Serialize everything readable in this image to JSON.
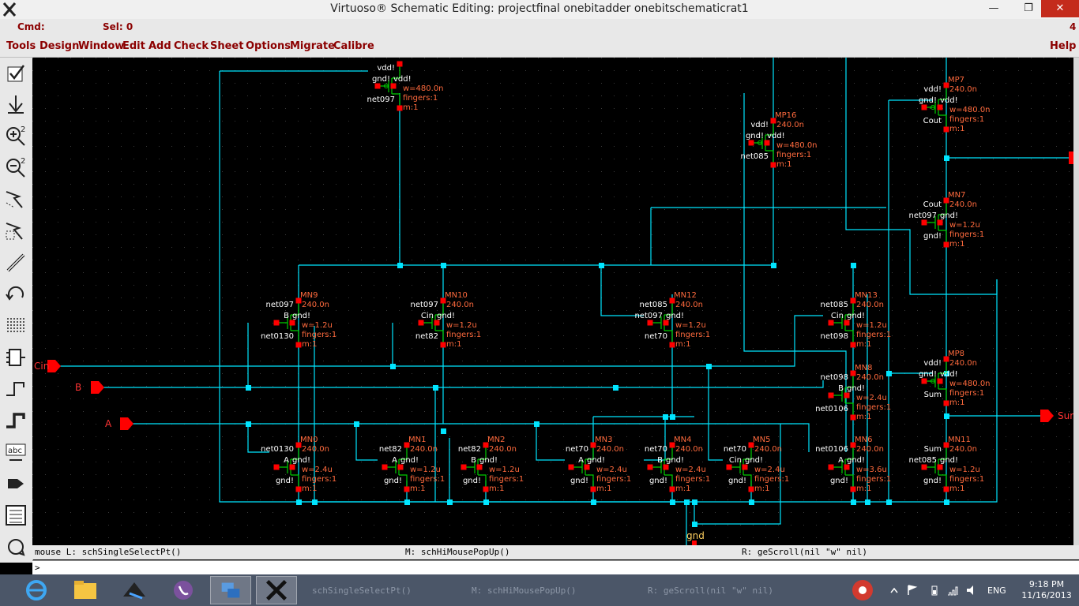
{
  "window": {
    "title": "Virtuoso® Schematic Editing: projectfinal onebitadder onebitschematicrat1",
    "minimize": "—",
    "maximize": "❐",
    "close": "✕"
  },
  "cmdbar": {
    "cmd": "Cmd:",
    "sel": "Sel: 0",
    "count": "4"
  },
  "menu": {
    "items": [
      "Tools",
      "Design",
      "Window",
      "Edit",
      "Add",
      "Check",
      "Sheet",
      "Options",
      "Migrate",
      "Calibre"
    ],
    "help": "Help"
  },
  "toolbar": {
    "icons": [
      "check-icon",
      "save-icon",
      "zoom-in-icon",
      "zoom-out-icon",
      "stretch-icon",
      "copy-icon",
      "wire-icon",
      "undo-icon",
      "pins-icon",
      "instance-icon",
      "wire-narrow-icon",
      "wire-wide-icon",
      "label-icon",
      "pin-icon",
      "property-icon",
      "repeat-icon"
    ],
    "zoom_in_label": "2",
    "zoom_out_label": "2",
    "label_tool": "abc"
  },
  "status": {
    "mouse_l": "mouse L: schSingleSelectPt()",
    "mouse_m": "M: schHiMousePopUp()",
    "mouse_r": "R: geScroll(nil \"w\" nil)",
    "prompt": ">"
  },
  "taskbar": {
    "texts": [
      "schSingleSelectPt()",
      "M: schHiMousePopUp()",
      "R: geScroll(nil \"w\" nil)"
    ],
    "lang": "ENG",
    "time": "9:18 PM",
    "date": "11/16/2013"
  },
  "colors": {
    "wire": "#00e5ff",
    "pin": "#ff0000",
    "label": "#ff6a3d",
    "device": "#00cc00",
    "text": "#ffffff",
    "menu": "#8b0000"
  },
  "schematic": {
    "pins": [
      "Cin",
      "B",
      "A",
      "Sum",
      "gnd"
    ],
    "nmos": [
      {
        "name": "MN9",
        "l": "240.0n",
        "d": "net097",
        "g": "B",
        "s": "net0130",
        "w": "w=1.2u",
        "f": "fingers:1",
        "m": "m:1"
      },
      {
        "name": "MN10",
        "l": "240.0n",
        "d": "net097",
        "g": "Cin",
        "s": "net82",
        "w": "w=1.2u",
        "f": "fingers:1",
        "m": "m:1"
      },
      {
        "name": "MN12",
        "l": "240.0n",
        "d": "net085",
        "g": "net097",
        "s": "net70",
        "w": "w=1.2u",
        "f": "fingers:1",
        "m": "m:1"
      },
      {
        "name": "MN13",
        "l": "240.0n",
        "d": "net085",
        "g": "Cin",
        "s": "net098",
        "w": "w=1.2u",
        "f": "fingers:1",
        "m": "m:1"
      },
      {
        "name": "MN8",
        "l": "240.0n",
        "d": "net098",
        "g": "B",
        "s": "net0106",
        "w": "w=2.4u",
        "f": "fingers:1",
        "m": "m:1"
      },
      {
        "name": "MN7",
        "l": "240.0n",
        "d": "Cout",
        "g": "net097",
        "s": "gnd!",
        "w": "w=1.2u",
        "f": "fingers:1",
        "m": "m:1"
      },
      {
        "name": "MN0",
        "l": "240.0n",
        "d": "net0130",
        "g": "A",
        "s": "gnd!",
        "w": "w=2.4u",
        "f": "fingers:1",
        "m": "m:1"
      },
      {
        "name": "MN1",
        "l": "240.0n",
        "d": "net82",
        "g": "A",
        "s": "gnd!",
        "w": "w=1.2u",
        "f": "fingers:1",
        "m": "m:1"
      },
      {
        "name": "MN2",
        "l": "240.0n",
        "d": "net82",
        "g": "B",
        "s": "gnd!",
        "w": "w=1.2u",
        "f": "fingers:1",
        "m": "m:1"
      },
      {
        "name": "MN3",
        "l": "240.0n",
        "d": "net70",
        "g": "A",
        "s": "gnd!",
        "w": "w=2.4u",
        "f": "fingers:1",
        "m": "m:1"
      },
      {
        "name": "MN4",
        "l": "240.0n",
        "d": "net70",
        "g": "B",
        "s": "gnd!",
        "w": "w=2.4u",
        "f": "fingers:1",
        "m": "m:1"
      },
      {
        "name": "MN5",
        "l": "240.0n",
        "d": "net70",
        "g": "Cin",
        "s": "gnd!",
        "w": "w=2.4u",
        "f": "fingers:1",
        "m": "m:1"
      },
      {
        "name": "MN6",
        "l": "240.0n",
        "d": "net0106",
        "g": "A",
        "s": "gnd!",
        "w": "w=3.6u",
        "f": "fingers:1",
        "m": "m:1"
      },
      {
        "name": "MN11",
        "l": "240.0n",
        "d": "Sum",
        "g": "net085",
        "s": "gnd!",
        "w": "w=1.2u",
        "f": "fingers:1",
        "m": "m:1"
      }
    ],
    "pmos": [
      {
        "name": "MP7",
        "l": "240.0n",
        "d": "vdd!",
        "g": "gnd!",
        "s": "Cout",
        "w": "w=480.0n",
        "f": "fingers:1",
        "m": "m:1"
      },
      {
        "name": "MP16",
        "l": "240.0n",
        "d": "vdd!",
        "g": "gnd!",
        "s": "net085",
        "w": "w=480.0n",
        "f": "fingers:1",
        "m": "m:1"
      },
      {
        "name": "MP8",
        "l": "240.0n",
        "d": "vdd!",
        "g": "gnd!",
        "s": "Sum",
        "w": "w=480.0n",
        "f": "fingers:1",
        "m": "m:1"
      },
      {
        "name": "",
        "l": "",
        "d": "vdd!",
        "g": "gnd!",
        "s": "net097",
        "w": "w=480.0n",
        "f": "fingers:1",
        "m": "m:1"
      }
    ]
  }
}
